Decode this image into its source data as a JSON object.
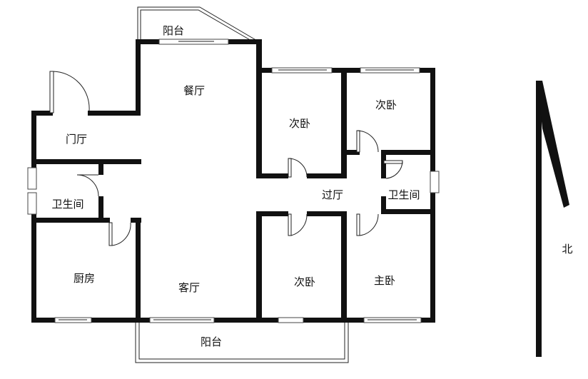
{
  "rooms": {
    "balcony_top": "阳台",
    "dining": "餐厅",
    "foyer": "门厅",
    "bath_left": "卫生间",
    "kitchen": "厨房",
    "living": "客厅",
    "balcony_bottom": "阳台",
    "bed_upper_mid": "次卧",
    "bed_upper_right": "次卧",
    "corridor": "过厅",
    "bath_right": "卫生间",
    "bed_lower_mid": "次卧",
    "master": "主卧"
  },
  "compass": {
    "label": "北"
  },
  "colors": {
    "wall": "#111111",
    "line": "#222222",
    "background": "#ffffff"
  }
}
